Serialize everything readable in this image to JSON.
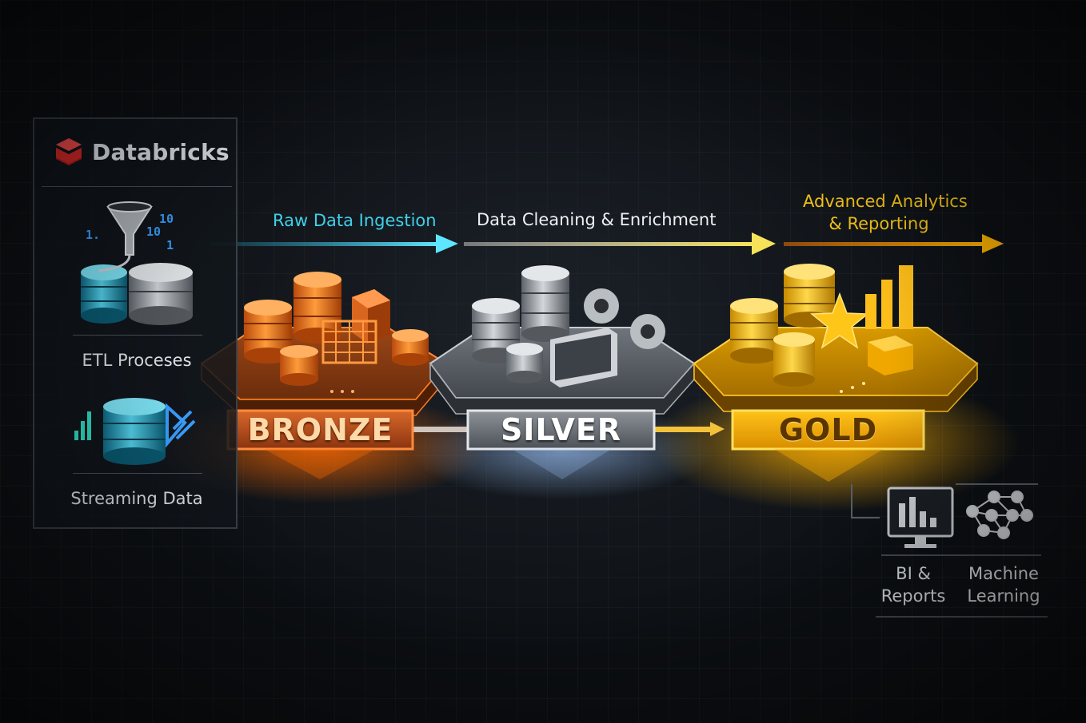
{
  "brand": {
    "name": "Databricks"
  },
  "sources": [
    {
      "label": "ETL Proceses",
      "icon": "etl-funnel-database-icon"
    },
    {
      "label": "Streaming Data",
      "icon": "streaming-database-icon"
    }
  ],
  "flow_labels": {
    "ingestion": "Raw Data Ingestion",
    "cleaning": "Data Cleaning & Enrichment",
    "analytics_line1": "Advanced Analytics",
    "analytics_line2": "& Reporting"
  },
  "stages": [
    {
      "name": "BRONZE",
      "color": "#c8561a"
    },
    {
      "name": "SILVER",
      "color": "#8f959c"
    },
    {
      "name": "GOLD",
      "color": "#f0b000"
    }
  ],
  "consumers": [
    {
      "line1": "BI &",
      "line2": "Reports",
      "icon": "bi-monitor-chart-icon"
    },
    {
      "line1": "Machine",
      "line2": "Learning",
      "icon": "neural-network-icon"
    }
  ],
  "colors": {
    "ingestion_arrow": "#3fd0e8",
    "cleaning_arrow": "#f4e06a",
    "analytics_arrow": "#f5a800",
    "brand_red": "#e02a2a"
  }
}
